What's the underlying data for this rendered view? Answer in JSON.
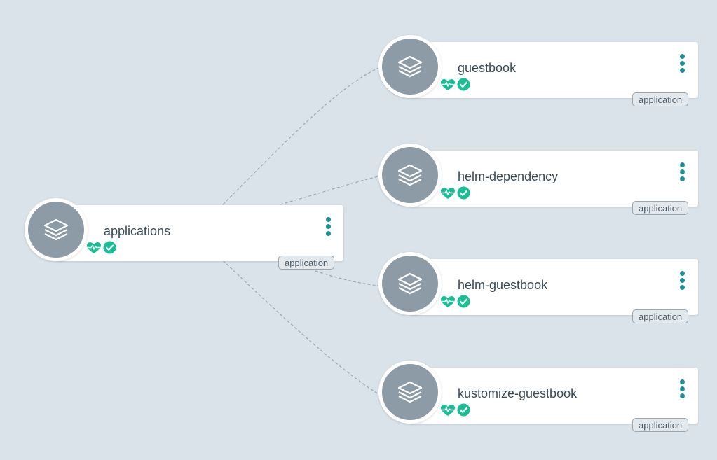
{
  "colors": {
    "background": "#dbe3ea",
    "node_circle": "#8d9ba7",
    "status_green": "#18be94",
    "menu_teal": "#1c8f9a",
    "edge": "#9aa6b0"
  },
  "icons": {
    "node": "layers-icon",
    "health": "heart-pulse-icon",
    "sync": "check-circle-icon",
    "menu": "more-vertical-icon"
  },
  "root": {
    "name": "applications",
    "kind": "application",
    "health": "Healthy",
    "sync": "Synced"
  },
  "children": [
    {
      "name": "guestbook",
      "kind": "application",
      "health": "Healthy",
      "sync": "Synced"
    },
    {
      "name": "helm-dependency",
      "kind": "application",
      "health": "Healthy",
      "sync": "Synced"
    },
    {
      "name": "helm-guestbook",
      "kind": "application",
      "health": "Healthy",
      "sync": "Synced"
    },
    {
      "name": "kustomize-guestbook",
      "kind": "application",
      "health": "Healthy",
      "sync": "Synced"
    }
  ]
}
